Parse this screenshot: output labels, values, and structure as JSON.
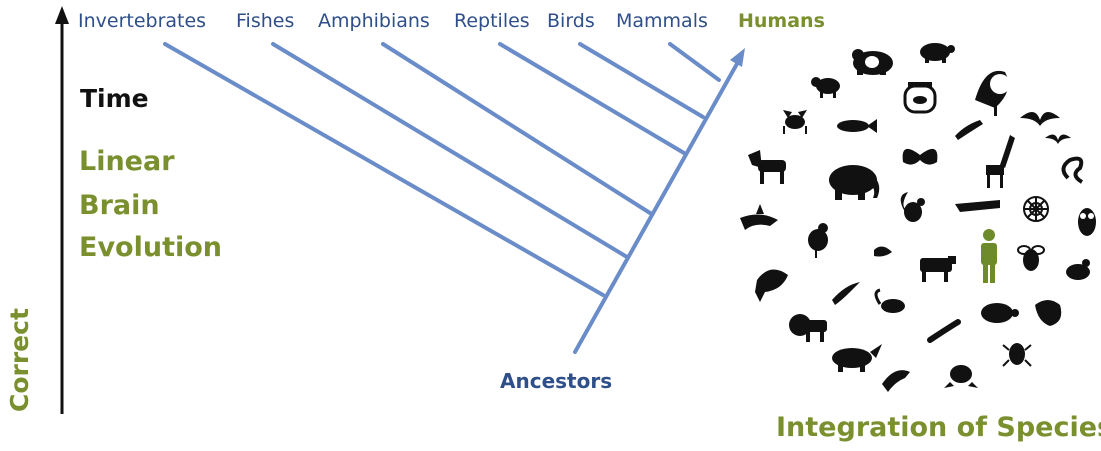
{
  "branches": {
    "invertebrates": "Invertebrates",
    "fishes": "Fishes",
    "amphibians": "Amphibians",
    "reptiles": "Reptiles",
    "birds": "Birds",
    "mammals": "Mammals",
    "humans": "Humans"
  },
  "left_axis": {
    "time": "Time",
    "linear": "Linear",
    "brain": "Brain",
    "evolution": "Evolution",
    "correct": "Correct"
  },
  "ancestors": "Ancestors",
  "species_caption": "Integration of Species",
  "colors": {
    "branch_blue": "#6a8cc8",
    "label_blue": "#2f4f8a",
    "accent_green": "#7a8f2e",
    "human_green": "#6e8b2c",
    "silhouette": "#111111"
  },
  "species_icons": [
    "panda-icon",
    "turtle-icon",
    "sheep-icon",
    "fishbowl-icon",
    "peacock-icon",
    "crab-icon",
    "fish-icon",
    "lizard-icon",
    "bat-icon",
    "horse-icon",
    "elephant-icon",
    "butterfly-icon",
    "giraffe-icon",
    "snake-icon",
    "squirrel-icon",
    "crocodile-icon",
    "spider-web-icon",
    "owl-icon",
    "shark-icon",
    "rooster-icon",
    "human-icon",
    "bee-icon",
    "chicken-icon",
    "whale-icon",
    "cow-icon",
    "hummingbird-icon",
    "rat-icon",
    "turtle-icon",
    "brain-icon",
    "lion-icon",
    "caterpillar-icon",
    "rhinoceros-icon",
    "bird-icon",
    "frog-icon",
    "beetle-icon",
    "rabbit-icon"
  ]
}
